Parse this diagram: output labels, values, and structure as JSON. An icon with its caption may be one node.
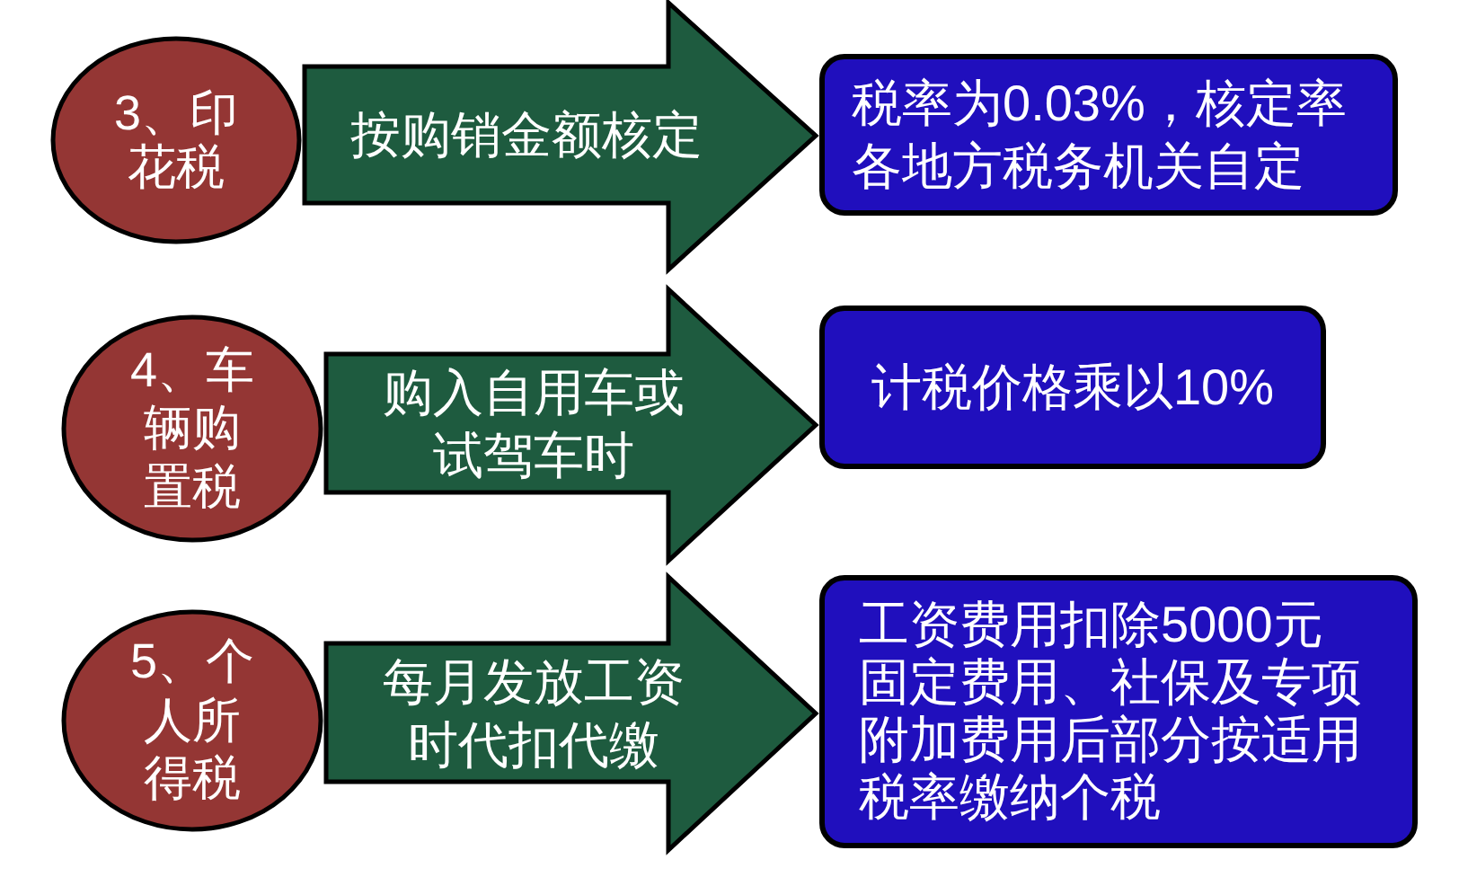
{
  "diagram": {
    "nodes": [
      {
        "text": [
          "3、印花税"
        ]
      },
      {
        "text": [
          "税率为0.03%，核定率各地方税务机关自定"
        ]
      },
      {
        "text": [
          "4、车辆购置税"
        ]
      },
      {
        "text": [
          "计税价格乘以10%"
        ]
      },
      {
        "text": [
          "5、个人所得税"
        ]
      },
      {
        "text": [
          "工资费用扣除5000元固定费用、社保及专项附加费用后部分按适用税率缴纳个税"
        ]
      }
    ],
    "edges": [
      {
        "from": 0,
        "to": 1,
        "arrow": "to",
        "label": "按购销金额核定"
      },
      {
        "from": 2,
        "to": 3,
        "arrow": "to",
        "label": "购入自用车或试驾车时"
      },
      {
        "from": 4,
        "to": 5,
        "arrow": "to",
        "label": "每月发放工资时代扣代缴"
      }
    ]
  }
}
